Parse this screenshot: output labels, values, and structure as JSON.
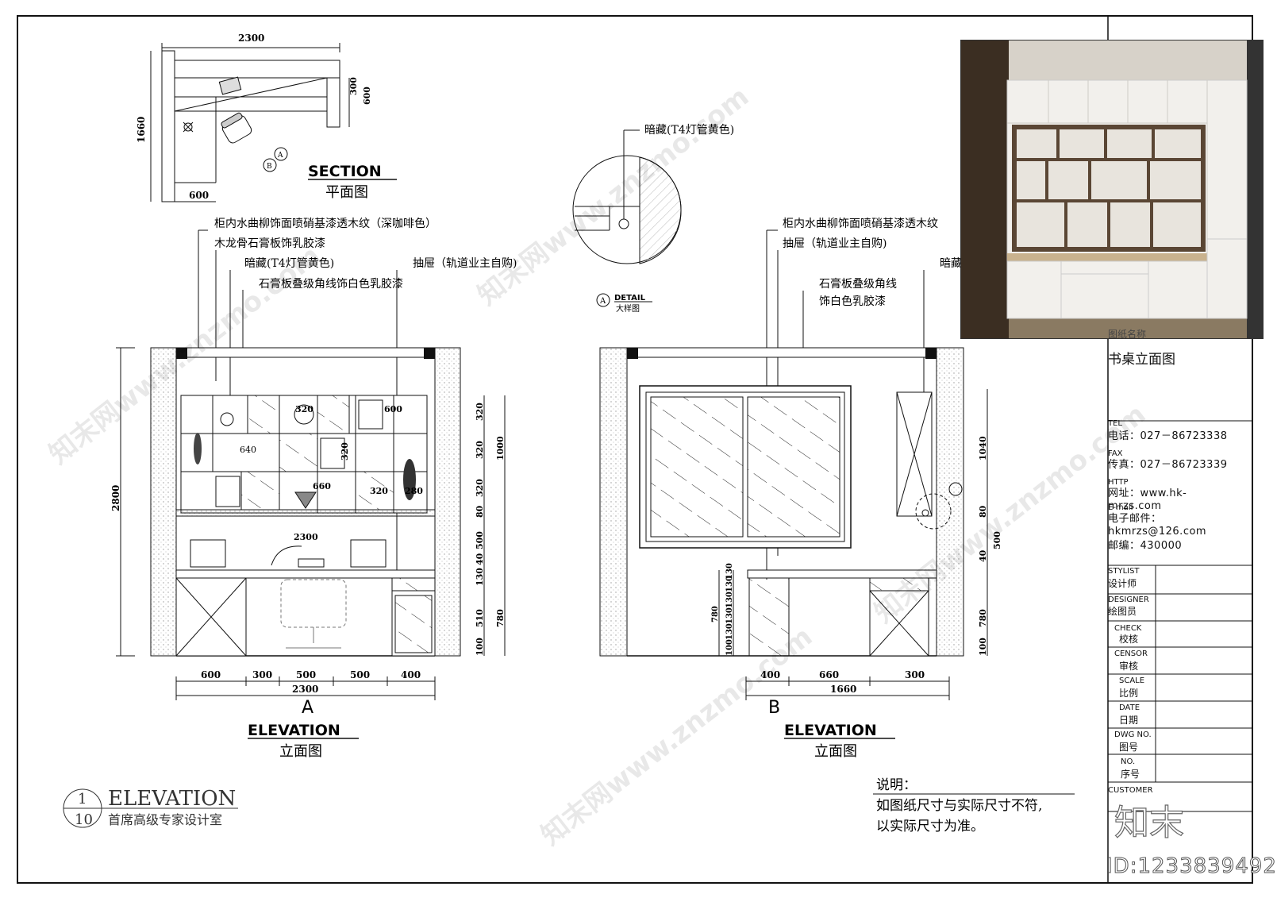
{
  "plan": {
    "title_en": "SECTION",
    "title_cn": "平面图",
    "dims": {
      "width": "2300",
      "depth": "1660",
      "d300": "300",
      "d600v": "600",
      "d600h": "600"
    },
    "markers": [
      "A",
      "B"
    ]
  },
  "labels_a": [
    "柜内水曲柳饰面喷硝基漆透木纹（深咖啡色）",
    "木龙骨石膏板饰乳胶漆",
    "暗藏(T4灯管黄色)",
    "抽屉（轨道业主自购)",
    "石膏板叠级角线饰白色乳胶漆"
  ],
  "labels_b": [
    "柜内水曲柳饰面喷硝基漆透木纹",
    "抽屉（轨道业主自购)",
    "石膏板叠级角线",
    "饰白色乳胶漆",
    "暗藏"
  ],
  "detail": {
    "label": "暗藏(T4灯管黄色)",
    "marker": "A",
    "title_en": "DETAIL",
    "title_cn": "大样图"
  },
  "elev_a": {
    "letter": "A",
    "title_en": "ELEVATION",
    "title_cn": "立面图",
    "height": "2800",
    "bottom_dims": [
      "600",
      "300",
      "500",
      "500",
      "400"
    ],
    "total": "2300",
    "right_dims": [
      "320",
      "320",
      "320",
      "80",
      "500",
      "40",
      "130",
      "510",
      "100"
    ],
    "right_outer": [
      "1000",
      "780"
    ],
    "inner": [
      "320",
      "600",
      "640",
      "320",
      "660",
      "320",
      "280",
      "2300"
    ]
  },
  "elev_b": {
    "letter": "B",
    "title_en": "ELEVATION",
    "title_cn": "立面图",
    "bottom_dims": [
      "400",
      "660",
      "300"
    ],
    "total": "1660",
    "right_dims": [
      "1040",
      "80",
      "40",
      "500",
      "780",
      "100"
    ],
    "left_dims": [
      "780",
      "100",
      "130",
      "130",
      "130",
      "130",
      "130"
    ]
  },
  "stamp": {
    "num": "1",
    "den": "10",
    "en": "ELEVATION",
    "cn": "首席高级专家设计室"
  },
  "notes": {
    "title": "说明：",
    "line1": "如图纸尺寸与实际尺寸不符,",
    "line2": "以实际尺寸为准。"
  },
  "title_block": {
    "drawing_name_label": "图纸名称",
    "drawing_name": "书桌立面图",
    "tel_en": "TEL",
    "tel": "电话：027－86723338",
    "fax_en": "FAX",
    "fax": "传真：027－86723339",
    "http_en": "HTTP",
    "http": "网址：www.hk-mrzs.com",
    "email_en": "E-mail",
    "email_cn": "电子邮件：",
    "email": "hkmrzs@126.com",
    "postcode": "邮编：430000",
    "rows": [
      {
        "en": "STYLIST",
        "cn": "设计师"
      },
      {
        "en": "DESIGNER",
        "cn": "绘图员"
      },
      {
        "en": "CHECK",
        "cn": "校核"
      },
      {
        "en": "CENSOR",
        "cn": "审核"
      },
      {
        "en": "SCALE",
        "cn": "比例"
      },
      {
        "en": "DATE",
        "cn": "日期"
      },
      {
        "en": "DWG NO.",
        "cn": "图号"
      },
      {
        "en": "NO.",
        "cn": "序号"
      }
    ],
    "customer": "CUSTOMER"
  },
  "watermark": {
    "text": "知末网www.znzmo.com",
    "brand": "知末",
    "id": "ID:1233839492"
  }
}
